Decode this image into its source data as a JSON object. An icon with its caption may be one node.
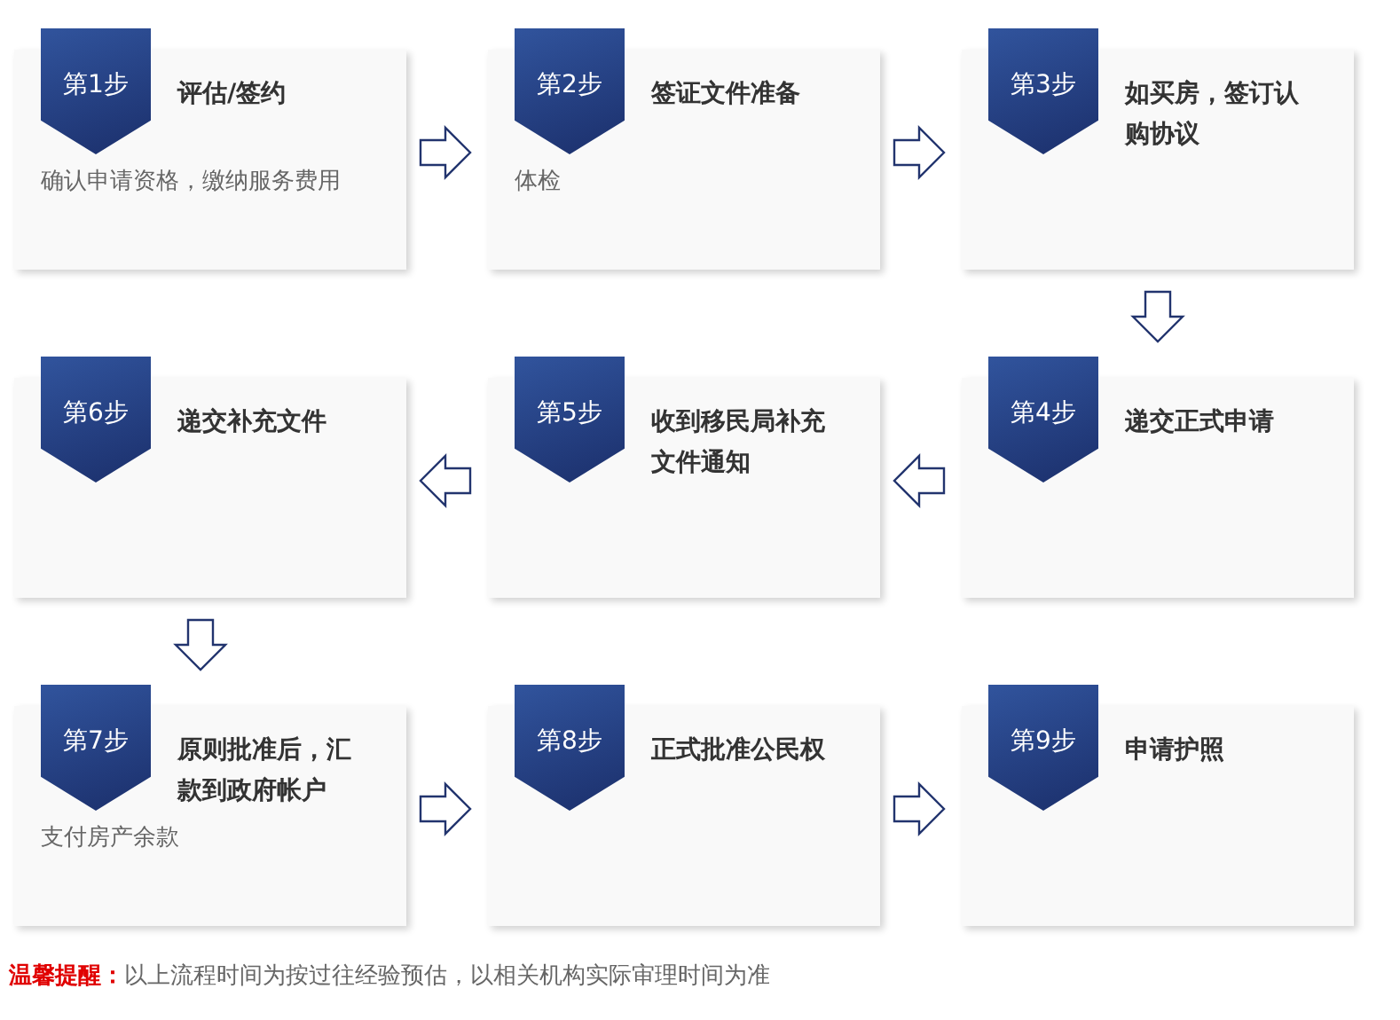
{
  "diagram": {
    "nodes": [
      {
        "text": [
          "第1步"
        ]
      },
      {
        "text": [
          "评估/签约",
          "确认申请资格，缴纳服务费用"
        ]
      },
      {
        "text": [
          "第2步"
        ]
      },
      {
        "text": [
          "签证文件准备",
          "体检"
        ]
      },
      {
        "text": [
          "第3步"
        ]
      },
      {
        "text": [
          "如买房，签订认购协议"
        ]
      },
      {
        "text": [
          "第4步"
        ]
      },
      {
        "text": [
          "递交正式申请"
        ]
      },
      {
        "text": [
          "第5步"
        ]
      },
      {
        "text": [
          "收到移民局补充文件通知"
        ]
      },
      {
        "text": [
          "第6步"
        ]
      },
      {
        "text": [
          "递交补充文件"
        ]
      },
      {
        "text": [
          "第7步"
        ]
      },
      {
        "text": [
          "原则批准后，汇款到政府帐户",
          "支付房产余款"
        ]
      },
      {
        "text": [
          "第8步"
        ]
      },
      {
        "text": [
          "正式批准公民权"
        ]
      },
      {
        "text": [
          "第9步"
        ]
      },
      {
        "text": [
          "申请护照"
        ]
      }
    ],
    "edges": [
      {
        "from": 1,
        "to": 3,
        "arrow": "to"
      },
      {
        "from": 3,
        "to": 5,
        "arrow": "to"
      },
      {
        "from": 5,
        "to": 7,
        "arrow": "to"
      },
      {
        "from": 7,
        "to": 9,
        "arrow": "to"
      },
      {
        "from": 9,
        "to": 11,
        "arrow": "to"
      },
      {
        "from": 11,
        "to": 13,
        "arrow": "to"
      },
      {
        "from": 13,
        "to": 15,
        "arrow": "to"
      },
      {
        "from": 15,
        "to": 17,
        "arrow": "to"
      }
    ],
    "labels": [
      "**温馨提醒：**以上流程时间为按过往经验预估，以相关机构实际审理时间为准"
    ]
  }
}
